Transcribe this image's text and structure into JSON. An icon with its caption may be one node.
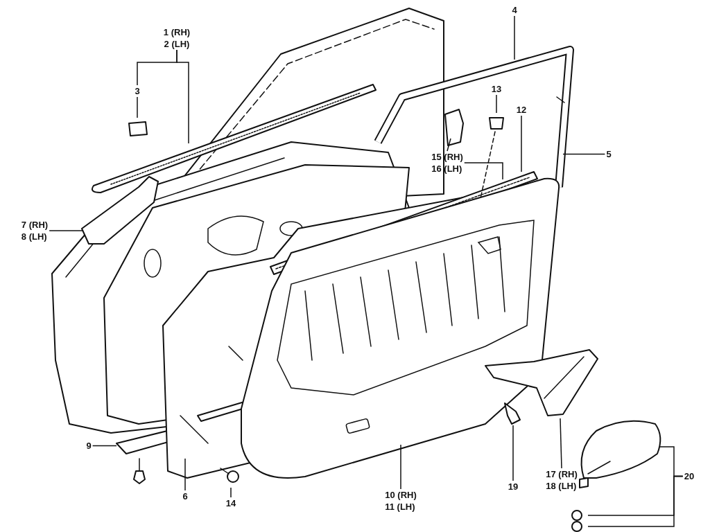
{
  "diagram": {
    "nodes": [
      {
        "text": [
          "1 (RH)",
          "2 (LH)"
        ]
      },
      {
        "text": [
          "3"
        ]
      },
      {
        "text": [
          "4"
        ]
      },
      {
        "text": [
          "13"
        ]
      },
      {
        "text": [
          "12"
        ]
      },
      {
        "text": [
          "15 (RH)",
          "16 (LH)"
        ]
      },
      {
        "text": [
          "5"
        ]
      },
      {
        "text": [
          "7 (RH)",
          "8 (LH)"
        ]
      },
      {
        "text": [
          "9"
        ]
      },
      {
        "text": [
          "6"
        ]
      },
      {
        "text": [
          "14"
        ]
      },
      {
        "text": [
          "10 (RH)",
          "11 (LH)"
        ]
      },
      {
        "text": [
          "19"
        ]
      },
      {
        "text": [
          "17 (RH)",
          "18 (LH)"
        ]
      },
      {
        "text": [
          "20"
        ]
      }
    ],
    "edges": [
      {
        "from": 0,
        "to": null,
        "arrow": "none"
      },
      {
        "from": 0,
        "to": 1,
        "arrow": "none"
      },
      {
        "from": 1,
        "to": null,
        "arrow": "none"
      },
      {
        "from": 2,
        "to": null,
        "arrow": "none"
      },
      {
        "from": 3,
        "to": null,
        "arrow": "none"
      },
      {
        "from": 4,
        "to": null,
        "arrow": "none"
      },
      {
        "from": 5,
        "to": null,
        "arrow": "none"
      },
      {
        "from": 5,
        "to": null,
        "arrow": "none"
      },
      {
        "from": 6,
        "to": null,
        "arrow": "none"
      },
      {
        "from": 7,
        "to": null,
        "arrow": "none"
      },
      {
        "from": 8,
        "to": null,
        "arrow": "none"
      },
      {
        "from": 9,
        "to": null,
        "arrow": "none"
      },
      {
        "from": 10,
        "to": null,
        "arrow": "none"
      },
      {
        "from": 11,
        "to": null,
        "arrow": "none"
      },
      {
        "from": 12,
        "to": null,
        "arrow": "none"
      },
      {
        "from": 13,
        "to": null,
        "arrow": "none"
      },
      {
        "from": 14,
        "to": null,
        "arrow": "none"
      },
      {
        "from": 14,
        "to": null,
        "arrow": "none"
      },
      {
        "from": 14,
        "to": null,
        "arrow": "none"
      }
    ]
  }
}
